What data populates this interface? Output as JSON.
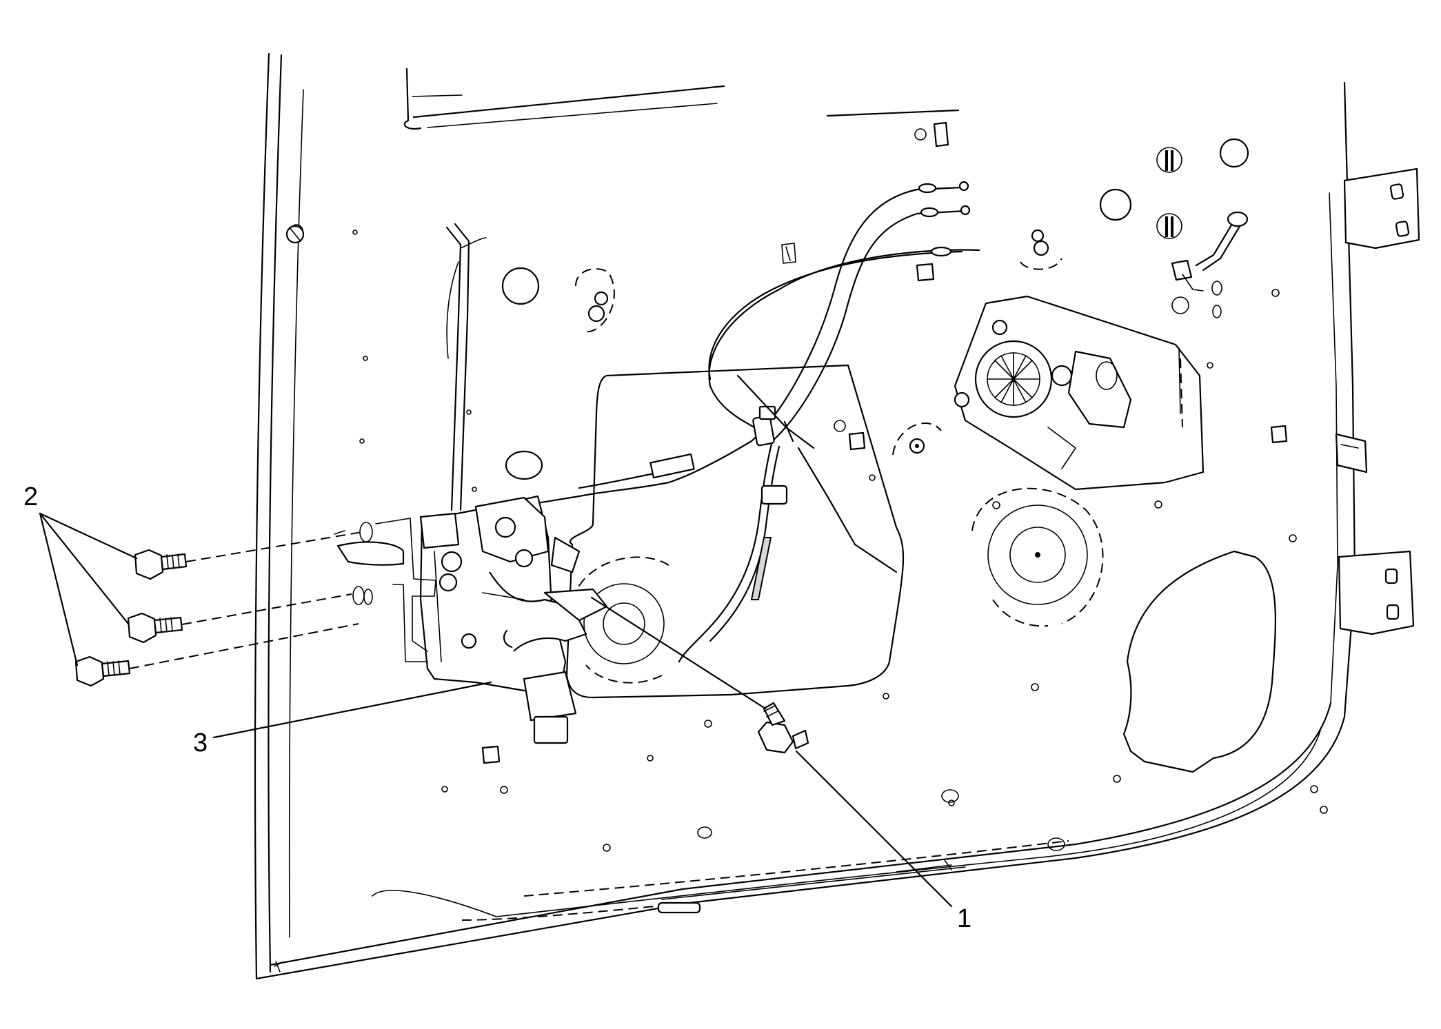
{
  "callouts": [
    {
      "id": "1",
      "label": "1"
    },
    {
      "id": "2",
      "label": "2"
    },
    {
      "id": "3",
      "label": "3"
    }
  ],
  "colors": {
    "line": "#000000",
    "background": "#ffffff"
  },
  "icons": [
    "bolt-icon",
    "door-lock-actuator-icon",
    "window-regulator-motor-icon"
  ]
}
